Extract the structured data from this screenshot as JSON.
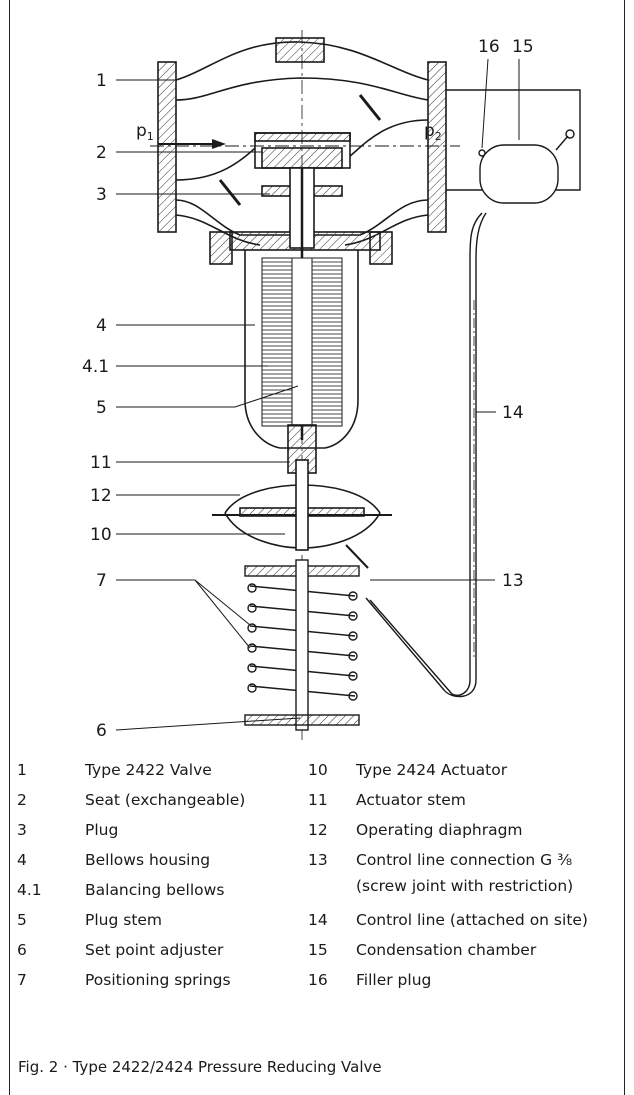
{
  "diagram": {
    "callouts": [
      "1",
      "2",
      "3",
      "4",
      "4.1",
      "5",
      "11",
      "12",
      "10",
      "7",
      "6",
      "16",
      "15",
      "14",
      "13"
    ],
    "pressure_inlet": "p",
    "pressure_inlet_sub": "1",
    "pressure_outlet": "p",
    "pressure_outlet_sub": "2"
  },
  "legend": {
    "left": [
      {
        "num": "1",
        "text": "Type 2422 Valve"
      },
      {
        "num": "2",
        "text": "Seat (exchangeable)"
      },
      {
        "num": "3",
        "text": "Plug"
      },
      {
        "num": "4",
        "text": "Bellows housing"
      },
      {
        "num": "4.1",
        "text": "Balancing bellows"
      },
      {
        "num": "5",
        "text": "Plug stem"
      },
      {
        "num": "6",
        "text": "Set point adjuster"
      },
      {
        "num": "7",
        "text": "Positioning springs"
      }
    ],
    "right": [
      {
        "num": "10",
        "text": "Type 2424 Actuator"
      },
      {
        "num": "11",
        "text": "Actuator stem"
      },
      {
        "num": "12",
        "text": "Operating diaphragm"
      },
      {
        "num": "13",
        "text": "Control line connection G ³⁄₈"
      },
      {
        "num": "",
        "text": "(screw joint with restriction)"
      },
      {
        "num": "14",
        "text": "Control line (attached on site)"
      },
      {
        "num": "15",
        "text": "Condensation chamber"
      },
      {
        "num": "16",
        "text": "Filler plug"
      }
    ]
  },
  "caption": "Fig. 2 · Type 2422/2424 Pressure Reducing Valve"
}
